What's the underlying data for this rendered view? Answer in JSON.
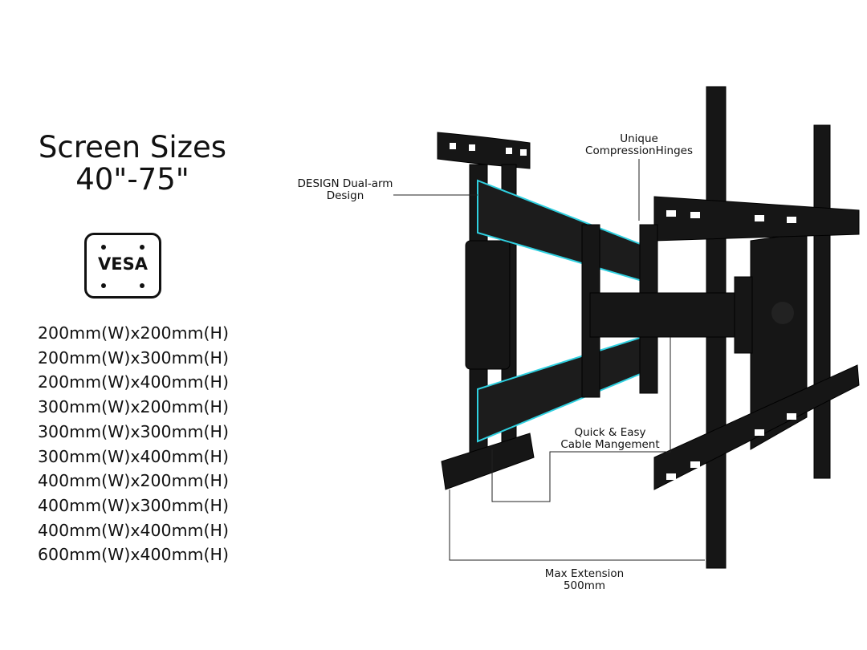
{
  "specs": {
    "title_line1": "Screen Sizes",
    "title_line2": "40\"-75\"",
    "vesa_badge": "VESA",
    "vesa_sizes": [
      "200mm(W)x200mm(H)",
      "200mm(W)x300mm(H)",
      "200mm(W)x400mm(H)",
      "300mm(W)x200mm(H)",
      "300mm(W)x300mm(H)",
      "300mm(W)x400mm(H)",
      "400mm(W)x200mm(H)",
      "400mm(W)x300mm(H)",
      "400mm(W)x400mm(H)",
      "600mm(W)x400mm(H)"
    ]
  },
  "callouts": {
    "dual_arm_1": "DESIGN Dual-arm",
    "dual_arm_2": "Design",
    "hinges_1": "Unique",
    "hinges_2": "CompressionHinges",
    "cable_1": "Quick & Easy",
    "cable_2": "Cable Mangement",
    "extension_1": "Max Extension",
    "extension_2": "500mm"
  },
  "colors": {
    "accent": "#2fd0e0",
    "metal": "#111111"
  }
}
